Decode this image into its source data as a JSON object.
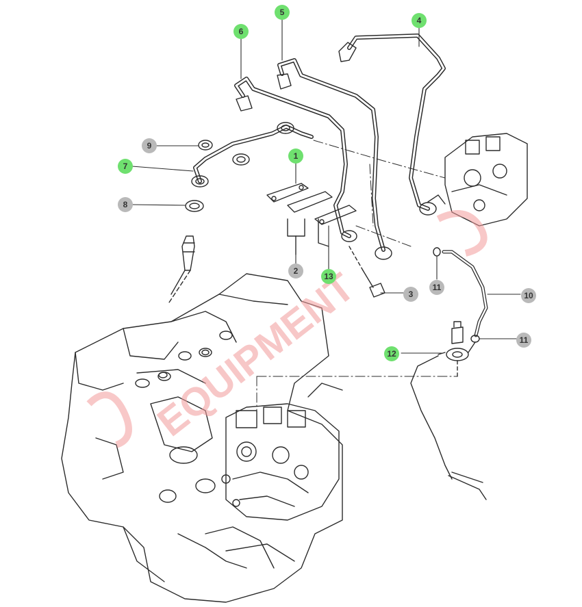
{
  "colors": {
    "highlight": "#6fe06f",
    "normal": "#b9b9b9",
    "line": "#2b2b2b",
    "watermark": "#f29a9a"
  },
  "watermark": {
    "text": "EQUIPMENT",
    "logo": "Vina Equipment logo"
  },
  "callouts": [
    {
      "id": "1",
      "highlighted": true
    },
    {
      "id": "2",
      "highlighted": false
    },
    {
      "id": "3",
      "highlighted": false
    },
    {
      "id": "4",
      "highlighted": true
    },
    {
      "id": "5",
      "highlighted": true
    },
    {
      "id": "6",
      "highlighted": true
    },
    {
      "id": "7",
      "highlighted": true
    },
    {
      "id": "8",
      "highlighted": false
    },
    {
      "id": "9",
      "highlighted": false
    },
    {
      "id": "10",
      "highlighted": false
    },
    {
      "id": "11",
      "highlighted": false
    },
    {
      "id": "11",
      "highlighted": false
    },
    {
      "id": "12",
      "highlighted": true
    },
    {
      "id": "13",
      "highlighted": true
    }
  ]
}
